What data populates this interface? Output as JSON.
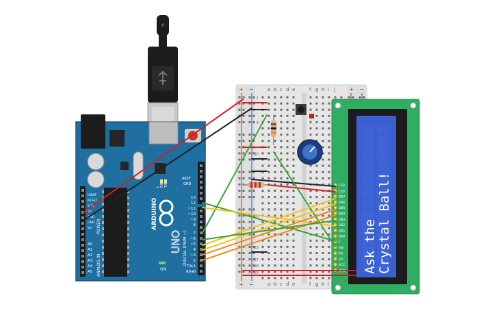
{
  "arduino": {
    "brand": "ARDUINO",
    "model": "UNO",
    "digital_label": "DIGITAL (PWM ~)",
    "analog_label": "ANALOG IN",
    "power_label": "POWER",
    "on_label": "ON",
    "tx_label": "TX",
    "rx_label": "RX",
    "l_label": "L",
    "aref": "AREF",
    "gnd": "GND",
    "digital_pins": [
      "13",
      "12",
      "~11",
      "~10",
      "~9",
      "8",
      "7",
      "~6",
      "~5",
      "4",
      "~3",
      "2",
      "TX▸1",
      "RX◂0"
    ],
    "power_pins": [
      "IOREF",
      "RESET",
      "3.3V",
      "5V",
      "GND",
      "GND",
      "Vin"
    ],
    "analog_pins": [
      "A0",
      "A1",
      "A2",
      "A3",
      "A4",
      "A5"
    ]
  },
  "breadboard": {
    "col_letters_left": [
      "a",
      "b",
      "c",
      "d",
      "e"
    ],
    "col_letters_right": [
      "f",
      "g",
      "h",
      "i",
      "j"
    ],
    "row_numbers": [
      "1",
      "5",
      "10",
      "15",
      "20",
      "25",
      "27",
      "28",
      "29"
    ],
    "plus": "+",
    "minus": "−"
  },
  "lcd": {
    "line1": "Ask the",
    "line2": "Crystal Ball!",
    "pins": [
      "LED",
      "LED",
      "DB7",
      "DB6",
      "DB5",
      "DB4",
      "DB3",
      "DB2",
      "DB1",
      "DB0",
      "E",
      "RW",
      "RS",
      "VO",
      "VCC",
      "GND"
    ]
  },
  "colors": {
    "arduino_board": "#1f6fa1",
    "breadboard": "#e6e6e6",
    "lcd_pcb": "#2fae63",
    "lcd_screen": "#3a5fd0",
    "wire_red": "#d42020",
    "wire_black": "#222222",
    "wire_yellow": "#f2c21b",
    "wire_orange": "#f08a1c",
    "wire_green": "#3aa535"
  }
}
